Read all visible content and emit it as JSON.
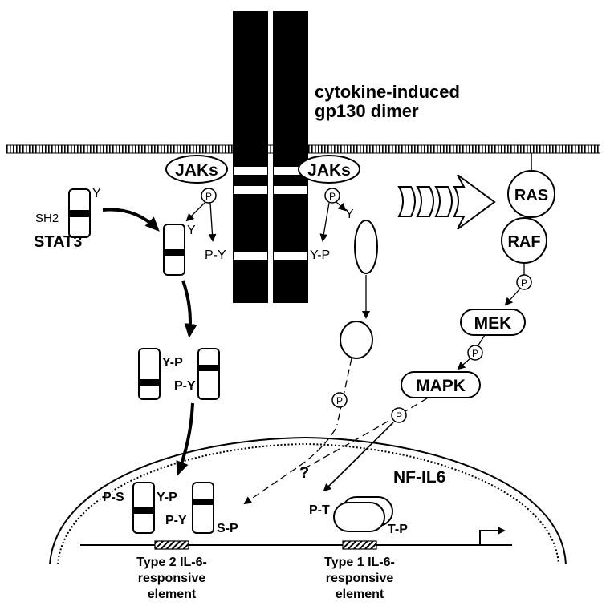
{
  "title": {
    "line1": "cytokine-induced",
    "line2": "gp130 dimer"
  },
  "jak_left": "JAKs",
  "jak_right": "JAKs",
  "phospho": "P",
  "tyr": "Y",
  "sh2": "SH2",
  "stat3": "STAT3",
  "py_left": "P-Y",
  "yp_right": "Y-P",
  "dimer": {
    "yp": "Y-P",
    "py": "P-Y"
  },
  "nuclear_dimer": {
    "ps": "P-S",
    "yp": "Y-P",
    "py": "P-Y",
    "sp": "S-P"
  },
  "question": "?",
  "ras": "RAS",
  "raf": "RAF",
  "mek": "MEK",
  "mapk": "MAPK",
  "nfil6": {
    "title": "NF-IL6",
    "pt": "P-T",
    "tp": "T-P"
  },
  "element2": {
    "line1": "Type 2 IL-6-",
    "line2": "responsive",
    "line3": "element"
  },
  "element1": {
    "line1": "Type 1 IL-6-",
    "line2": "responsive",
    "line3": "element"
  }
}
